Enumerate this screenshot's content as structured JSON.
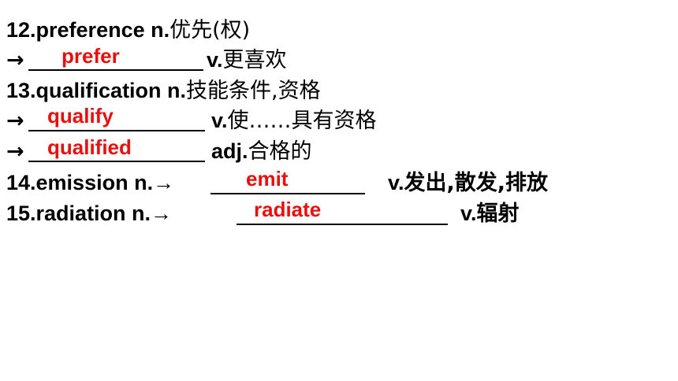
{
  "entries": [
    {
      "head": "12.preference n.",
      "meaning": "优先(权)"
    },
    {
      "arrow": "→",
      "answer": "prefer",
      "pos": "v.",
      "meaning": "更喜欢"
    },
    {
      "head": "13.qualification n.",
      "meaning": "技能条件,资格"
    },
    {
      "arrow": "→",
      "answer": "qualify",
      "pos": "v.",
      "meaning": "使……具有资格"
    },
    {
      "arrow": "→",
      "answer": "qualified",
      "pos": "adj.",
      "meaning": "合格的"
    },
    {
      "head": "14.emission  n.→",
      "answer": "emit",
      "pos": "v.",
      "meaning": "发出,散发,排放"
    },
    {
      "head": "15.radiation  n.→",
      "answer": "radiate",
      "pos": "v.",
      "meaning": "辐射"
    }
  ],
  "colors": {
    "answer": "#e8100d",
    "text": "#000000",
    "background": "#ffffff"
  }
}
